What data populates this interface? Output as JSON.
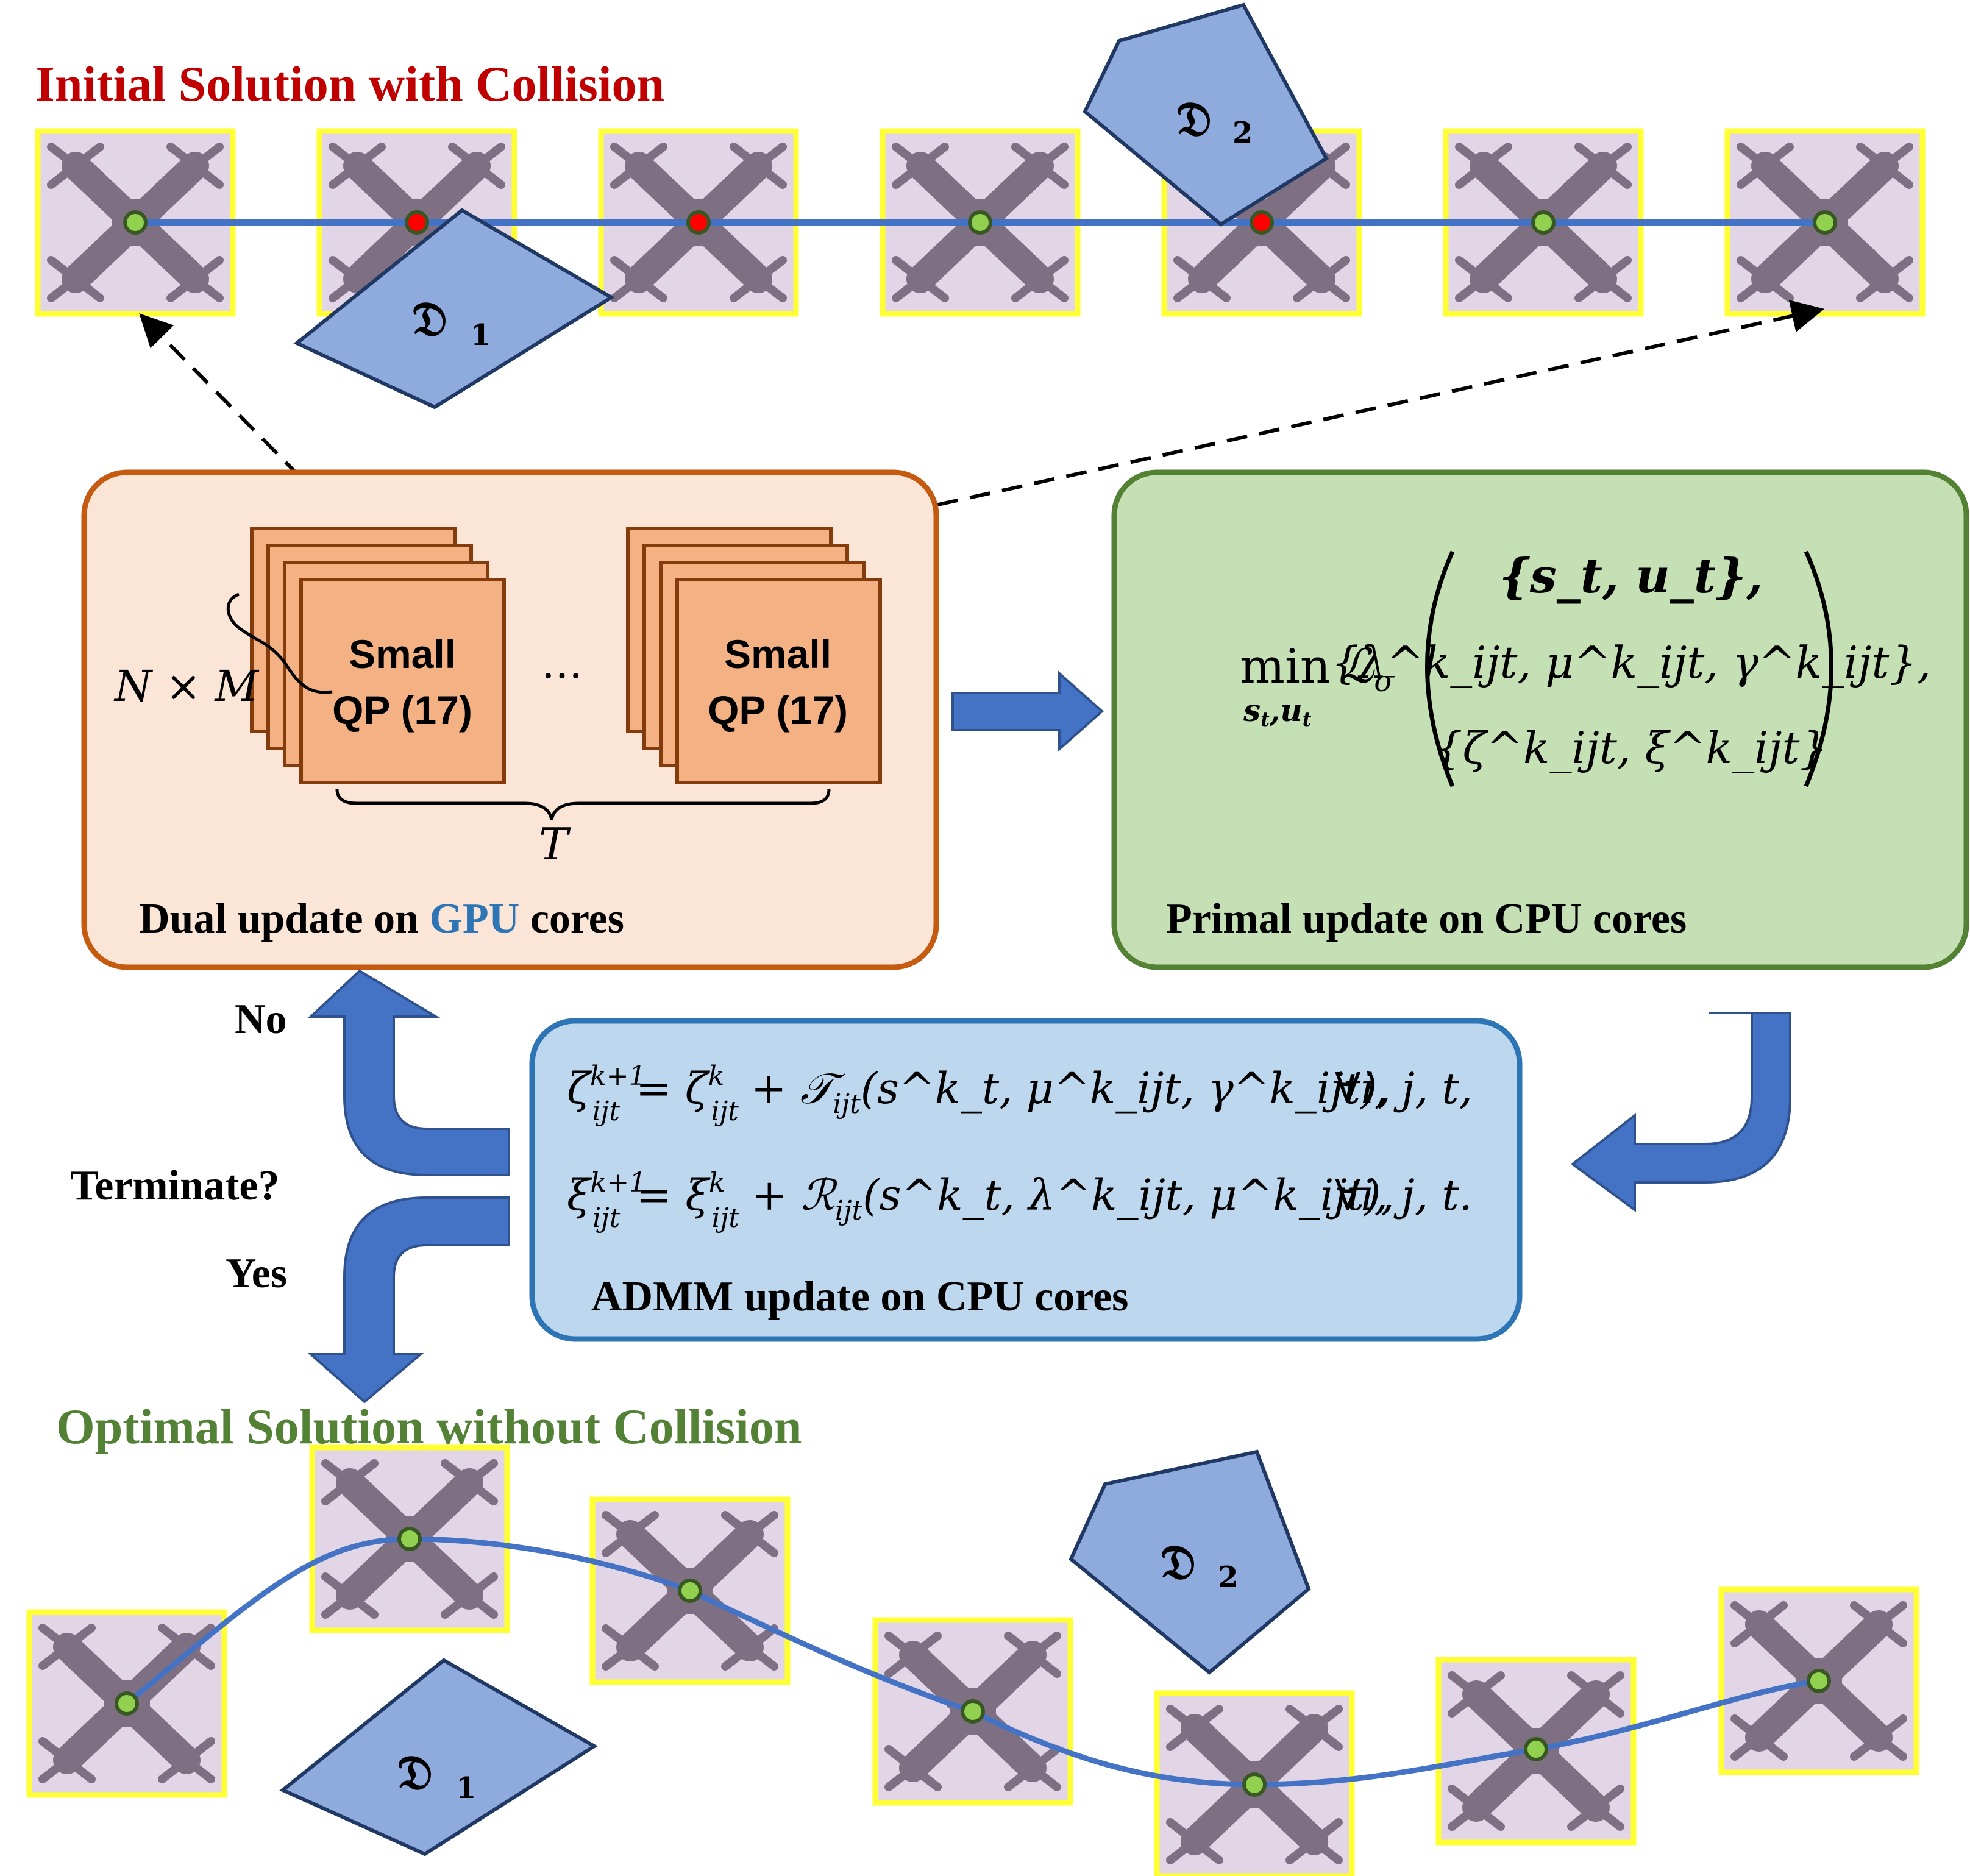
{
  "titles": {
    "initial": "Initial Solution with Collision",
    "optimal": "Optimal Solution without Collision"
  },
  "obstacles": {
    "d1_symbol": "𝔇",
    "d1_sub": "1",
    "d2_symbol": "𝔇",
    "d2_sub": "2"
  },
  "dual_box": {
    "qp_line1": "Small",
    "qp_line2": "QP (17)",
    "ellipsis": "…",
    "stack_count_label": "N × M",
    "horizon_label": "T",
    "caption_pre": "Dual update on ",
    "caption_gpu": "GPU",
    "caption_post": " cores"
  },
  "primal_box": {
    "min_op": "min",
    "min_sub": "s",
    "min_sub_t": "t",
    "min_sub_sep": ",",
    "min_sub_u": "u",
    "min_sub_u_t": "t",
    "lagrangian": "ℒ",
    "lagrangian_sub": "σ",
    "row1": "{s_t, u_t},",
    "row2": "{λ^k_ijt, μ^k_ijt, γ^k_ijt},",
    "row3": "{ζ^k_ijt, ξ^k_ijt}",
    "caption": "Primal update on CPU cores"
  },
  "admm_box": {
    "eq1_lhs": "ζ",
    "eq1_lhs_sup": "k+1",
    "eq1_lhs_sub": "ijt",
    "eq1_rhs": "= ζ",
    "eq1_rhs_sup": "k",
    "eq1_rhs_sub": "ijt",
    "eq1_op": "+ 𝒯",
    "eq1_op_sub": "ijt",
    "eq1_args": "(s^k_t, μ^k_ijt, γ^k_ijt),",
    "eq1_forall": "∀i, j, t,",
    "eq2_lhs": "ξ",
    "eq2_lhs_sup": "k+1",
    "eq2_lhs_sub": "ijt",
    "eq2_rhs": "= ξ",
    "eq2_rhs_sup": "k",
    "eq2_rhs_sub": "ijt",
    "eq2_op": "+ ℛ",
    "eq2_op_sub": "ijt",
    "eq2_args": "(s^k_t, λ^k_ijt, μ^k_ijt),",
    "eq2_forall": "∀i, j, t.",
    "caption": "ADMM update on CPU cores"
  },
  "decision": {
    "question": "Terminate?",
    "no": "No",
    "yes": "Yes"
  },
  "colors": {
    "title_initial": "#c00000",
    "title_optimal": "#538135",
    "gpu_text": "#2e75b6",
    "drone_box_border": "#ffff33",
    "drone_box_fill": "#e2d6e6",
    "drone_body": "#7f6f82",
    "trajectory": "#4472c4",
    "obstacle_fill": "#8faadc",
    "obstacle_stroke": "#1f3864",
    "waypoint_ok": "#92d050",
    "waypoint_collision": "#ff0000",
    "dual_fill": "#fbe5d6",
    "dual_stroke": "#c55a11",
    "qp_fill": "#f4b183",
    "qp_stroke": "#843c0c",
    "primal_fill": "#c5e0b4",
    "primal_stroke": "#548235",
    "admm_fill": "#bdd7ee",
    "admm_stroke": "#2e75b6",
    "flow_arrow": "#4472c4"
  },
  "waypoints_initial_collision": [
    false,
    true,
    true,
    false,
    true,
    false,
    false
  ]
}
